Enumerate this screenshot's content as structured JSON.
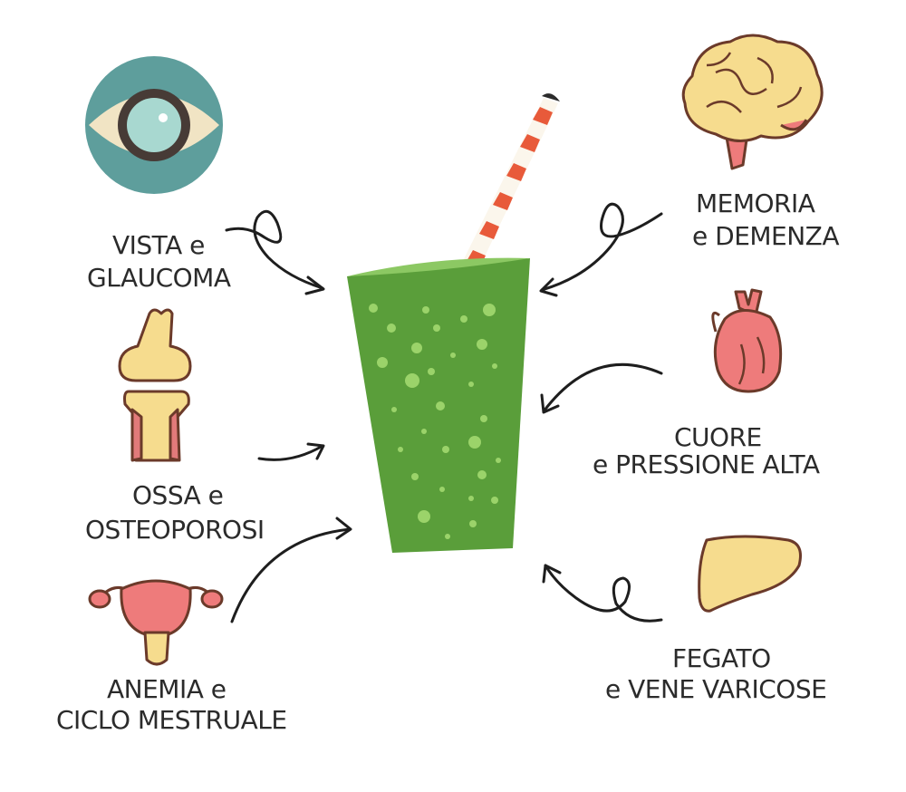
{
  "labels": {
    "vista": {
      "line1": "VISTA e",
      "line2": "GLAUCOMA"
    },
    "ossa": {
      "line1": "OSSA e",
      "line2": "OSTEOPOROSI"
    },
    "anemia": {
      "line1": "ANEMIA  e",
      "line2": "CICLO MESTRUALE"
    },
    "memoria": {
      "line1": "MEMORIA",
      "line2": "e DEMENZA"
    },
    "cuore": {
      "line1": "CUORE",
      "line2": "e  PRESSIONE ALTA"
    },
    "fegato": {
      "line1": "FEGATO",
      "line2": "e VENE  VARICOSE"
    }
  },
  "icons": [
    "eye-icon",
    "bone-joint-icon",
    "uterus-icon",
    "brain-icon",
    "heart-icon",
    "liver-icon",
    "smoothie-glass-icon",
    "straw-icon"
  ],
  "colors": {
    "glass_green": "#5a9e3a",
    "glass_rim": "#8cc863",
    "bubble": "#9bd36a",
    "eye_bg": "#5e9e9c",
    "bone": "#f6dc8e",
    "organ_pink": "#ee7b7b",
    "outline": "#6b3a2a",
    "text": "#2b2b2b"
  }
}
